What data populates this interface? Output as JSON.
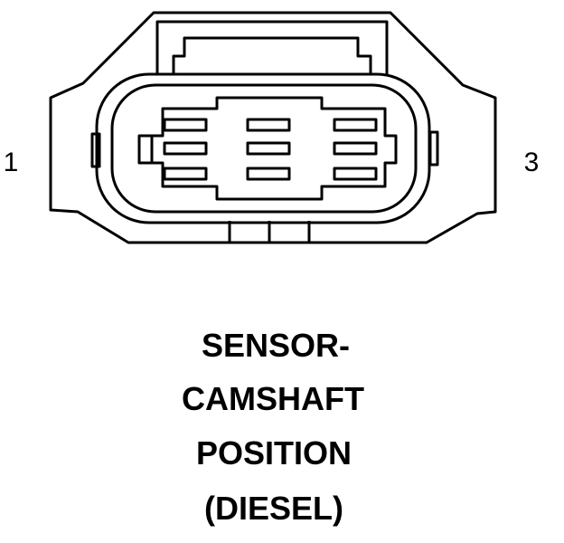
{
  "pins": {
    "left_label": "1",
    "right_label": "3"
  },
  "caption": {
    "lines": [
      "SENSOR-",
      "CAMSHAFT",
      "POSITION",
      "(DIESEL)"
    ]
  },
  "colors": {
    "stroke": "#000000",
    "background": "#ffffff"
  }
}
